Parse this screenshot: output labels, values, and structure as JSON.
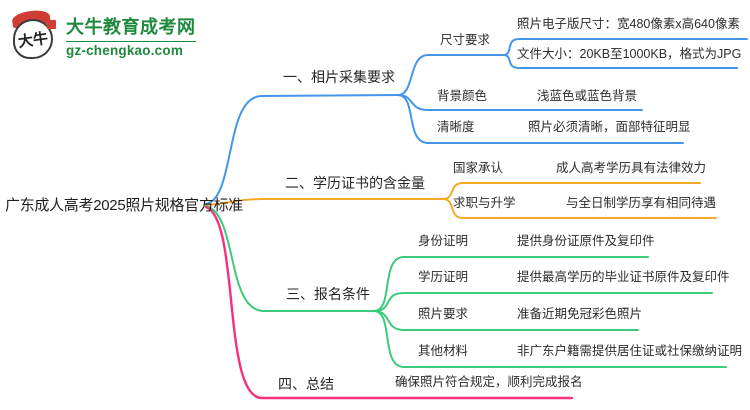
{
  "logo": {
    "brand": "大牛教育成考网",
    "domain": "gz-chengkao.com",
    "icon_text": "大牛",
    "brand_color": "#1f8a3d",
    "accent_color": "#cf3d33"
  },
  "root": {
    "label": "广东成人高考2025照片规格官方标准"
  },
  "branches": [
    {
      "label": "一、相片采集要求",
      "color": "#4596e8",
      "children": [
        {
          "label": "尺寸要求",
          "leaves": [
            "照片电子版尺寸：宽480像素x高640像素",
            "文件大小：20KB至1000KB，格式为JPG"
          ]
        },
        {
          "label": "背景颜色",
          "value": "浅蓝色或蓝色背景"
        },
        {
          "label": "清晰度",
          "value": "照片必须清晰，面部特征明显"
        }
      ]
    },
    {
      "label": "二、学历证书的含金量",
      "color": "#f7a928",
      "children": [
        {
          "label": "国家承认",
          "value": "成人高考学历具有法律效力"
        },
        {
          "label": "求职与升学",
          "value": "与全日制学历享有相同待遇"
        }
      ]
    },
    {
      "label": "三、报名条件",
      "color": "#3bcb7a",
      "children": [
        {
          "label": "身份证明",
          "value": "提供身份证原件及复印件"
        },
        {
          "label": "学历证明",
          "value": "提供最高学历的毕业证书原件及复印件"
        },
        {
          "label": "照片要求",
          "value": "准备近期免冠彩色照片"
        },
        {
          "label": "其他材料",
          "value": "非广东户籍需提供居住证或社保缴纳证明"
        }
      ]
    },
    {
      "label": "四、总结",
      "color": "#f5317f",
      "children": [
        {
          "value": "确保照片符合规定，顺利完成报名"
        }
      ]
    }
  ]
}
